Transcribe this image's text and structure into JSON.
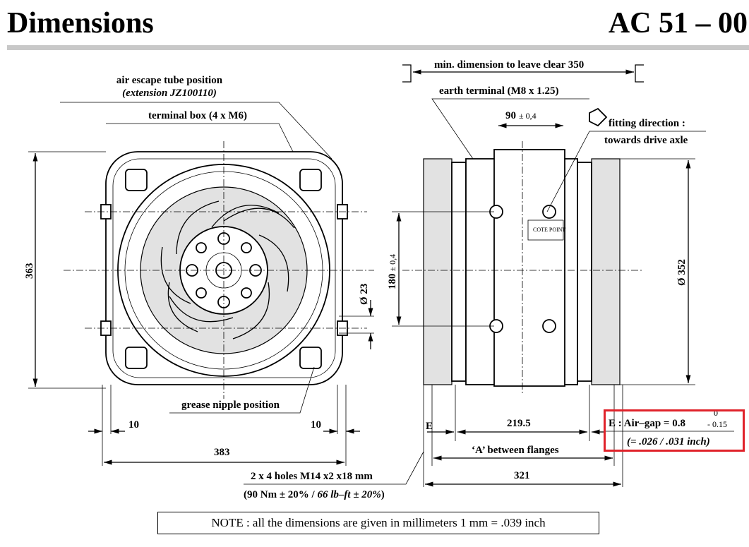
{
  "header": {
    "title": "Dimensions",
    "code": "AC 51 – 00"
  },
  "front_view": {
    "air_escape": "air escape tube position",
    "air_escape_ext": "(extension JZ100110)",
    "terminal_box": "terminal box (4 x M6)",
    "height": "363",
    "shaft_dia": "Ø 23",
    "grease": "grease nipple position",
    "offset_left": "10",
    "offset_right": "10",
    "width": "383",
    "holes": "2 x 4 holes M14 x2 x18 mm",
    "torque_a": "(90 Nm ± 20% / ",
    "torque_b": "66 lb–ft ± 20%",
    "torque_c": ")"
  },
  "side_view": {
    "clearance": "min. dimension to leave clear 350",
    "earth": "earth terminal (M8 x 1.25)",
    "width90": "90",
    "tol90": "± 0,4",
    "fitting1": "fitting direction :",
    "fitting2": "towards drive axle",
    "h180": "180",
    "tol180": "± 0,4",
    "dia352": "Ø 352",
    "plate": "COTE POINT",
    "e_label": "E",
    "len219": "219.5",
    "between": "‘A’ between flanges",
    "len321": "321"
  },
  "airgap": {
    "label": "E : Air–gap = 0.8",
    "tol_upper": "0",
    "tol_lower": "- 0.15",
    "inch": "(= .026 / .031 inch)",
    "highlight_color": "#e0222a"
  },
  "note": "NOTE : all the dimensions are given in millimeters 1 mm = .039 inch"
}
